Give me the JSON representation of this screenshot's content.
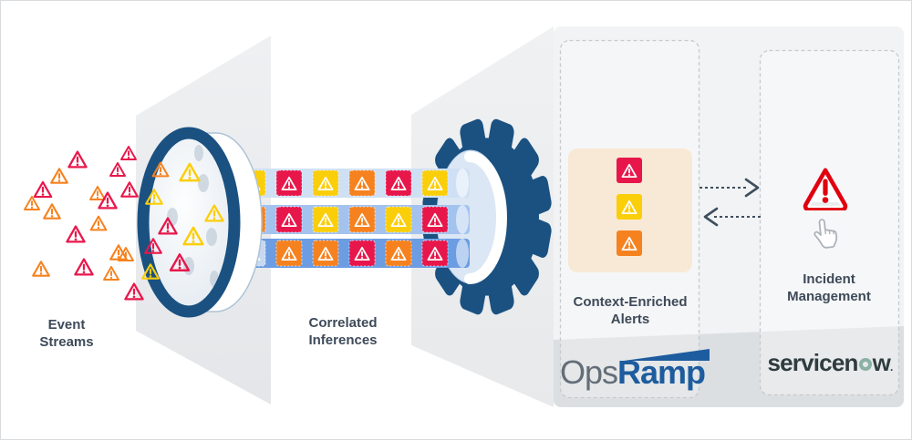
{
  "labels": {
    "event_streams": "Event Streams",
    "correlated_inferences": "Correlated Inferences",
    "context_enriched_alerts": "Context-Enriched Alerts",
    "incident_management": "Incident Management"
  },
  "logos": {
    "opsramp": {
      "prefix": "Ops",
      "suffix": "Ramp"
    },
    "servicenow": {
      "pre": "servicen",
      "ring": "o",
      "post": "w",
      "tm": "."
    }
  },
  "colors": {
    "red": "#E8174B",
    "orange": "#F6821F",
    "yellow": "#FBCE0A",
    "ghost": "#C7D8F2",
    "alert_red": "#E1000F",
    "gear_blue": "#1A5181",
    "band1": "#CFE0F5",
    "band2": "#A3C3EE",
    "band3": "#6C9CE2",
    "hole_fill": "#DCE7F5",
    "beige": "#F8E9D6",
    "slate_text": "#3E4A59",
    "arrow": "#3E4E5E",
    "hand_gray": "#ACB3B9",
    "opsramp_gray": "#646E78",
    "opsramp_blue": "#1D5C9F",
    "servicenow_ink": "#2F3C40",
    "servicenow_green": "#8BB1A5",
    "panel_face": "#F2F3F4",
    "footer_band": "#DCDFE1",
    "dash_border": "#C7CACD"
  },
  "icons": {
    "warning": "triangle-exclamation",
    "hand": "tap-pointer-hand",
    "gear": "gear-wheel",
    "lens": "event-funnel-lens",
    "arrows": "bidirectional-dashed-arrows"
  },
  "event_stream_triangles": [
    [
      84,
      174,
      24,
      "red"
    ],
    [
      128,
      185,
      20,
      "red"
    ],
    [
      64,
      192,
      22,
      "orange"
    ],
    [
      46,
      207,
      23,
      "red"
    ],
    [
      106,
      211,
      20,
      "orange"
    ],
    [
      141,
      207,
      22,
      "red"
    ],
    [
      34,
      222,
      20,
      "orange"
    ],
    [
      117,
      219,
      24,
      "red"
    ],
    [
      56,
      231,
      22,
      "orange"
    ],
    [
      107,
      244,
      21,
      "orange"
    ],
    [
      82,
      256,
      24,
      "red"
    ],
    [
      129,
      276,
      22,
      "orange"
    ],
    [
      44,
      294,
      22,
      "orange"
    ],
    [
      91,
      292,
      24,
      "red"
    ],
    [
      121,
      299,
      20,
      "orange"
    ],
    [
      146,
      319,
      24,
      "red"
    ],
    [
      140,
      167,
      20,
      "red"
    ],
    [
      137,
      278,
      20,
      "orange"
    ]
  ],
  "lens_triangles": [
    [
      175,
      185,
      21,
      "orange"
    ],
    [
      168,
      215,
      22,
      "yellow"
    ],
    [
      167,
      269,
      22,
      "red"
    ],
    [
      164,
      297,
      22,
      "yellow"
    ],
    [
      183,
      247,
      24,
      "red"
    ],
    [
      207,
      188,
      26,
      "yellow"
    ],
    [
      234,
      233,
      24,
      "yellow"
    ],
    [
      211,
      258,
      26,
      "yellow"
    ],
    [
      196,
      287,
      25,
      "red"
    ]
  ],
  "correlated_rows": {
    "col_x": [
      262,
      302,
      342,
      382,
      422,
      462
    ],
    "row_y": [
      186,
      226,
      263
    ],
    "square_size": 28,
    "rows": [
      [
        "yellow",
        "red",
        "yellow",
        "orange",
        "red",
        "yellow"
      ],
      [
        "orange",
        "red",
        "yellow",
        "orange",
        "yellow",
        "red"
      ],
      [
        "ghost",
        "orange",
        "orange",
        "red",
        "orange",
        "red"
      ]
    ]
  },
  "context_alert_stack": [
    "red",
    "yellow",
    "orange"
  ]
}
